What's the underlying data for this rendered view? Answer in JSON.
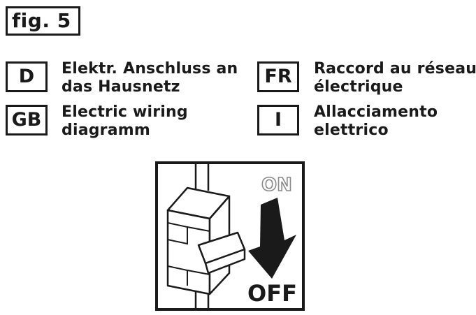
{
  "figure": {
    "label": "fig. 5"
  },
  "languages": [
    {
      "code": "D",
      "line1": "Elektr. Anschluss an",
      "line2": "das Hausnetz"
    },
    {
      "code": "FR",
      "line1": "Raccord au réseau",
      "line2": "électrique"
    },
    {
      "code": "GB",
      "line1": "Electric wiring",
      "line2": "diagramm"
    },
    {
      "code": "I",
      "line1": "Allacciamento",
      "line2": "elettrico"
    }
  ],
  "illustration": {
    "on_label": "ON",
    "off_label": "OFF",
    "icons": [
      "circuit-breaker-switch-icon",
      "down-arrow-icon"
    ]
  }
}
